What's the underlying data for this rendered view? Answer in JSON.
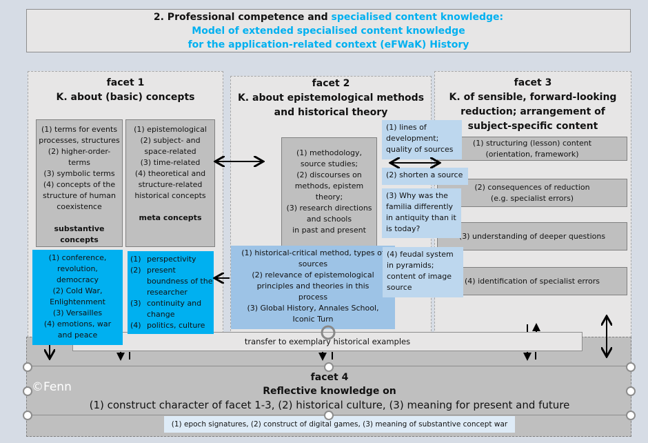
{
  "title": {
    "line1": "2. Professional competence and ",
    "line1_accent": "specialised content knowledge:",
    "line2": "Model of extended specialised content knowledge",
    "line3": "for the application-related context (eFWaK) History",
    "accent": "#00b0f0"
  },
  "facet1": {
    "label": "facet 1",
    "title": "K. about (basic) concepts",
    "substantive": {
      "lines": [
        "(1) terms for events",
        "processes, structures",
        "(2) higher-order-",
        "terms",
        "(3) symbolic terms",
        "(4) concepts of the",
        "structure of human",
        "coexistence"
      ],
      "label": "substantive concepts"
    },
    "meta": {
      "lines": [
        "(1) epistemological",
        "(2) subject- and",
        "space-related",
        "(3) time-related",
        "(4) theoretical and",
        "structure-related",
        "historical concepts"
      ],
      "label": "meta concepts"
    },
    "examples_substantive": [
      "(1) conference,",
      "revolution,",
      "democracy",
      "(2) Cold War,",
      "Enlightenment",
      "(3) Versailles",
      "(4) emotions, war",
      "and peace"
    ],
    "examples_meta": [
      "perspectivity",
      "present boundness of the researcher",
      "continuity and change",
      "politics, culture"
    ]
  },
  "facet2": {
    "label": "facet 2",
    "title1": "K. about epistemological methods",
    "title2": "and historical theory",
    "box": [
      "(1) methodology,",
      "source studies;",
      "(2) discourses on",
      "methods, epistem",
      "theory;",
      "(3) research directions",
      "and schools",
      "in past and present"
    ],
    "examples": [
      "(1)  historical-critical method, types of",
      "sources",
      "(2)  relevance of epistemological",
      "principles and theories in this",
      "process",
      "(3)  Global History, Annales School,",
      "Iconic Turn"
    ],
    "notes": [
      "(1) lines of development; quality of sources",
      "(2) shorten a source",
      "(3) Why was the familia differently in antiquity than it is today?",
      "(4) feudal system in pyramids; content of image source"
    ]
  },
  "facet3": {
    "label": "facet 3",
    "title": "K. of sensible, forward-looking reduction; arrangement of subject-specific content",
    "items": [
      [
        "(1) structuring (lesson) content",
        "(orientation, framework)"
      ],
      [
        "(2) consequences of reduction",
        "(e.g. specialist errors)"
      ],
      [
        "(3) understanding of deeper questions"
      ],
      [
        "(4) identification of specialist errors"
      ]
    ]
  },
  "transfer": "transfer to exemplary historical examples",
  "facet4": {
    "label": "facet 4",
    "title": "Reflective knowledge on",
    "text": "(1) construct character of facet 1-3, (2) historical culture, (3) meaning for present and future",
    "examples": "(1) epoch signatures, (2) construct of digital games, (3) meaning of substantive concept war"
  },
  "copyright": "©Fenn",
  "colors": {
    "panel": "#e7e6e6",
    "gray_box": "#bfbfbf",
    "bright_blue": "#00b0f0",
    "light_blue": "#bdd7ee",
    "mid_blue": "#9dc3e6"
  }
}
